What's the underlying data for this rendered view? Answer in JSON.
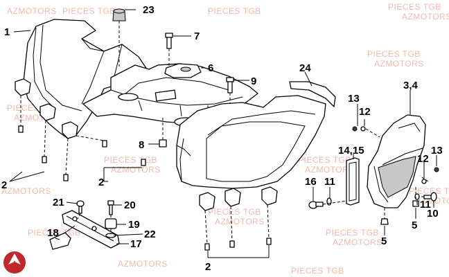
{
  "watermark": {
    "line1": "PIECES TGB",
    "line2": "AZMOTORS",
    "color": "#f2b8a8"
  },
  "logo_color": "#c0282d",
  "callouts": {
    "c1": "1",
    "c2a": "2",
    "c2b": "2",
    "c2c": "2",
    "c34": "3,4",
    "c5a": "5",
    "c5b": "5",
    "c6": "6",
    "c7": "7",
    "c8": "8",
    "c9": "9",
    "c10": "10",
    "c11a": "11",
    "c11b": "11",
    "c12a": "12",
    "c12b": "12",
    "c13a": "13",
    "c13b": "13",
    "c1415": "14,15",
    "c16": "16",
    "c17": "17",
    "c18": "18",
    "c19": "19",
    "c20": "20",
    "c21": "21",
    "c22": "22",
    "c23": "23",
    "c24": "24"
  }
}
